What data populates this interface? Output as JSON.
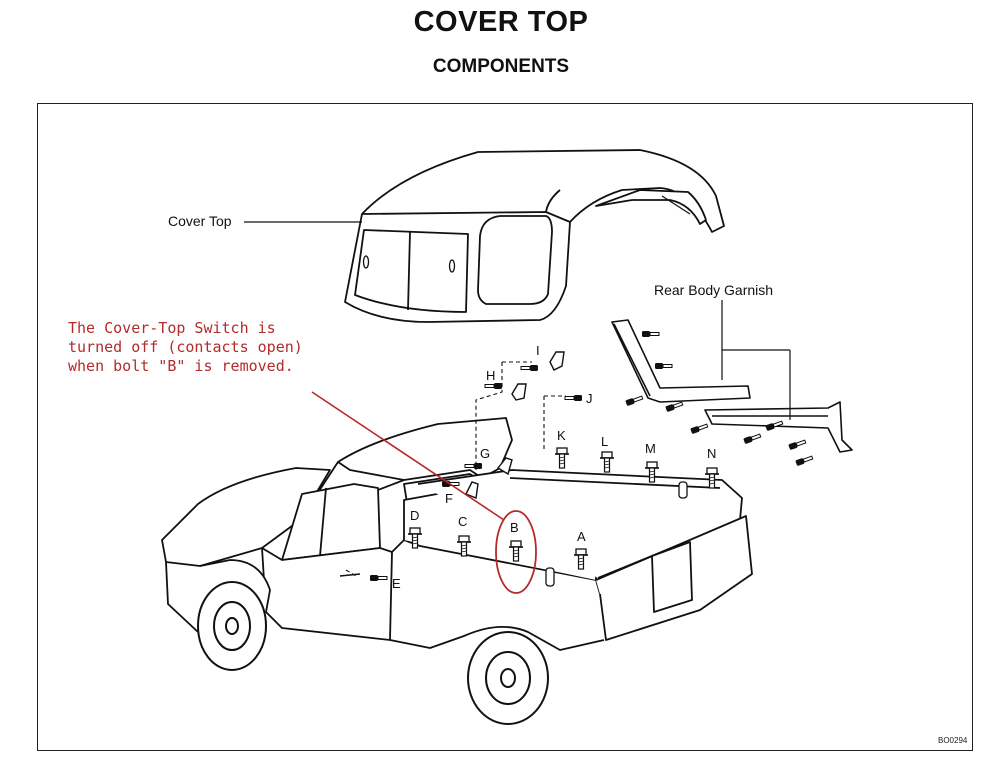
{
  "header": {
    "title": "COVER TOP",
    "subtitle": "COMPONENTS"
  },
  "labels": {
    "cover_top": "Cover Top",
    "rear_body_garnish": "Rear Body Garnish"
  },
  "annotation": {
    "lines": [
      "The Cover-Top Switch is",
      "turned off (contacts open)",
      "when bolt \"B\" is removed."
    ],
    "color": "#b32b2b"
  },
  "bolt_letters": {
    "A": "A",
    "B": "B",
    "C": "C",
    "D": "D",
    "E": "E",
    "F": "F",
    "G": "G",
    "H": "H",
    "I": "I",
    "J": "J",
    "K": "K",
    "L": "L",
    "M": "M",
    "N": "N"
  },
  "figure_code": "BO0294"
}
